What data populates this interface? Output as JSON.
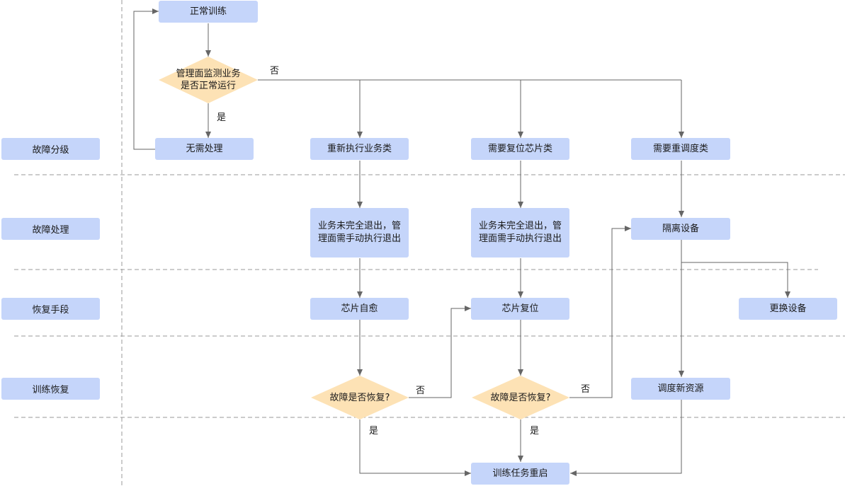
{
  "lanes": {
    "grading": "故障分级",
    "handling": "故障处理",
    "recovery_means": "恢复手段",
    "training_recovery": "训练恢复"
  },
  "nodes": {
    "normal_training": "正常训练",
    "check_running": "管理面监测业务是否正常运行",
    "no_handling": "无需处理",
    "rerun_service": "重新执行业务类",
    "chip_reset_needed": "需要复位芯片类",
    "reschedule_needed": "需要重调度类",
    "manual_exit_1": "业务未完全退出，管理面需手动执行退出",
    "manual_exit_2": "业务未完全退出，管理面需手动执行退出",
    "isolate_device": "隔离设备",
    "chip_self_heal": "芯片自愈",
    "chip_reset": "芯片复位",
    "replace_device": "更换设备",
    "recovered_1": "故障是否恢复?",
    "recovered_2": "故障是否恢复?",
    "schedule_new_resource": "调度新资源",
    "restart_training": "训练任务重启"
  },
  "labels": {
    "no_top": "否",
    "yes_top": "是",
    "no_d2": "否",
    "yes_d2": "是",
    "no_d3": "否",
    "yes_d3": "是"
  },
  "colors": {
    "box": "#c5d5fa",
    "decision": "#fde2b5",
    "line": "#666666",
    "divider": "#999999"
  }
}
